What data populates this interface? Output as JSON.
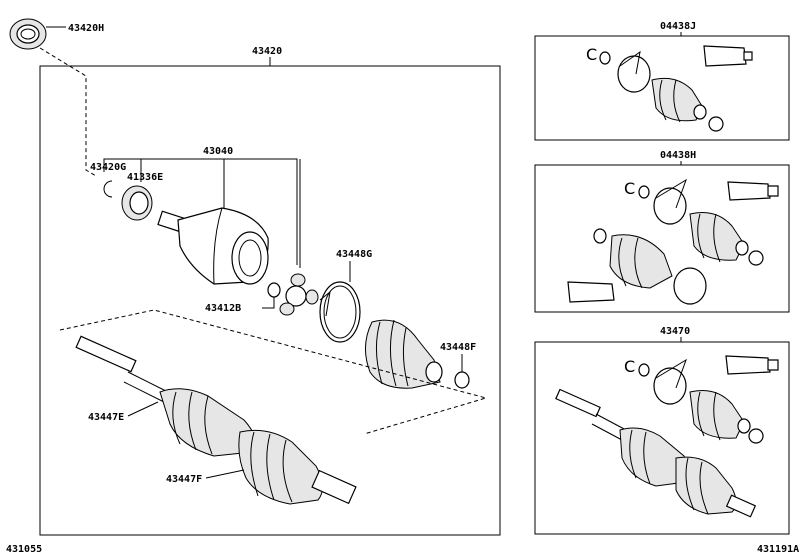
{
  "labels": {
    "bearing_seal": "43420H",
    "shaft_assy": "43420",
    "snap_ring": "43420G",
    "oil_seal": "41336E",
    "inner_joint": "43040",
    "clip": "43412B",
    "boot_clamp_large": "43448G",
    "boot_clamp_small": "43448F",
    "boot_inboard": "43447E",
    "boot_outboard": "43447F",
    "kit_outboard": "04438J",
    "kit_inboard": "04438H",
    "kit_shaft": "43470",
    "footer_left": "431055",
    "footer_right": "431191A"
  }
}
